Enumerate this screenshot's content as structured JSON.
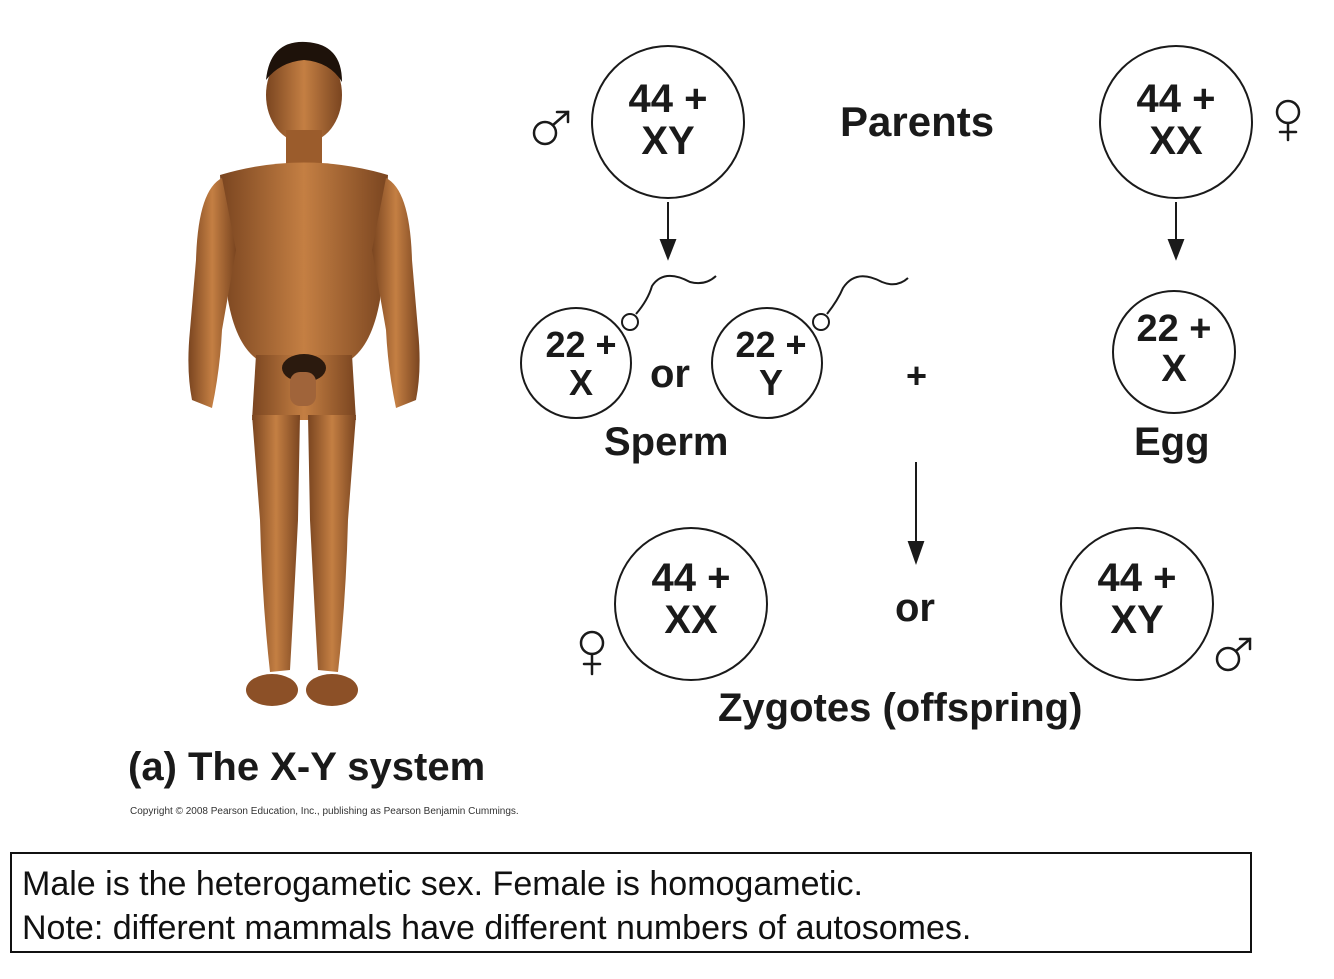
{
  "parents": {
    "label": "Parents",
    "male": {
      "line1": "44 +",
      "line2": "XY",
      "symbol": "male-symbol-icon"
    },
    "female": {
      "line1": "44 +",
      "line2": "XX",
      "symbol": "female-symbol-icon"
    }
  },
  "gametes": {
    "sperm_x": {
      "line1": "22 +",
      "line2": "X"
    },
    "sperm_y": {
      "line1": "22 +",
      "line2": "Y"
    },
    "or": "or",
    "sperm_label": "Sperm",
    "plus": "+",
    "egg": {
      "line1": "22 +",
      "line2": "X"
    },
    "egg_label": "Egg"
  },
  "zygotes": {
    "female": {
      "line1": "44 +",
      "line2": "XX",
      "symbol": "female-symbol-icon"
    },
    "or": "or",
    "male": {
      "line1": "44 +",
      "line2": "XY",
      "symbol": "male-symbol-icon"
    },
    "label": "Zygotes (offspring)"
  },
  "figure": {
    "caption": "(a) The X-Y system",
    "copyright": "Copyright © 2008 Pearson Education, Inc., publishing as Pearson Benjamin Cummings."
  },
  "note": {
    "line1": "Male is the heterogametic sex. Female is homogametic.",
    "line2": "Note: different mammals have different numbers of autosomes."
  }
}
